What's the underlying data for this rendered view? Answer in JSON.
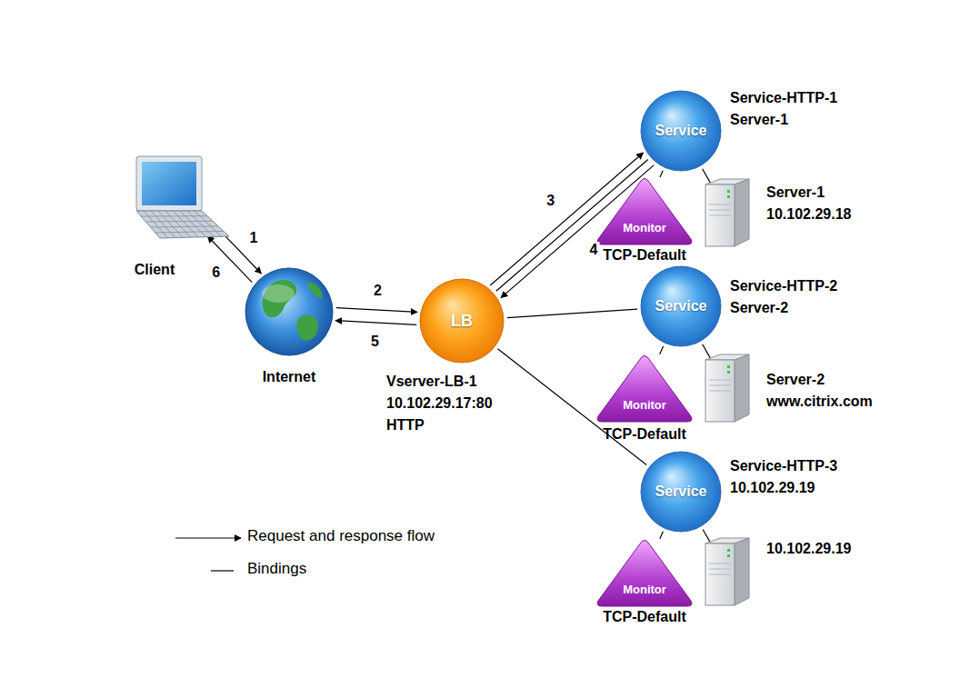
{
  "diagram": {
    "nodes": [
      {
        "text": [
          "Client"
        ]
      },
      {
        "text": [
          "Internet"
        ]
      },
      {
        "text": [
          "LB",
          "Vserver-LB-1 10.102.29.17:80 HTTP"
        ]
      },
      {
        "text": [
          "Service",
          "Service-HTTP-1 Server-1"
        ]
      },
      {
        "text": [
          "Monitor",
          "TCP-Default"
        ]
      },
      {
        "text": [
          "Server-1 10.102.29.18"
        ]
      },
      {
        "text": [
          "Service",
          "Service-HTTP-2 Server-2"
        ]
      },
      {
        "text": [
          "Monitor",
          "TCP-Default"
        ]
      },
      {
        "text": [
          "Server-2 www.citrix.com"
        ]
      },
      {
        "text": [
          "Service",
          "Service-HTTP-3 10.102.29.19"
        ]
      },
      {
        "text": [
          "Monitor",
          "TCP-Default"
        ]
      },
      {
        "text": [
          "10.102.29.19"
        ]
      }
    ],
    "edges": [
      {
        "from": 0,
        "to": 1,
        "arrow": "to",
        "label": "1"
      },
      {
        "from": 1,
        "to": 0,
        "arrow": "to",
        "label": "6"
      },
      {
        "from": 1,
        "to": 2,
        "arrow": "to",
        "label": "2"
      },
      {
        "from": 2,
        "to": 1,
        "arrow": "to",
        "label": "5"
      },
      {
        "from": 2,
        "to": 3,
        "arrow": "to",
        "label": "3"
      },
      {
        "from": 3,
        "to": 2,
        "arrow": "to",
        "label": "4"
      },
      {
        "from": 2,
        "to": 3,
        "arrow": "none"
      },
      {
        "from": 2,
        "to": 6,
        "arrow": "none"
      },
      {
        "from": 2,
        "to": 9,
        "arrow": "none"
      },
      {
        "from": 3,
        "to": 4,
        "arrow": "none"
      },
      {
        "from": 3,
        "to": 5,
        "arrow": "none"
      },
      {
        "from": 6,
        "to": 7,
        "arrow": "none"
      },
      {
        "from": 6,
        "to": 8,
        "arrow": "none"
      },
      {
        "from": 9,
        "to": 10,
        "arrow": "none"
      },
      {
        "from": 9,
        "to": 11,
        "arrow": "none"
      }
    ],
    "legend": [
      {
        "text": "Request and response flow"
      },
      {
        "text": "Bindings"
      }
    ]
  }
}
